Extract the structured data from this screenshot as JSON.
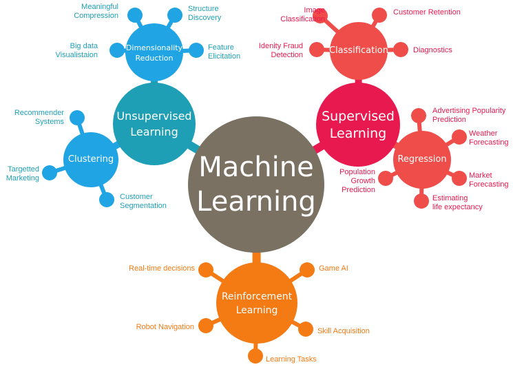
{
  "colors": {
    "center": "#7b7163",
    "supervised": "#e8194f",
    "supervised_sub": "#ef4d49",
    "unsupervised": "#1f9fb5",
    "unsupervised_sub": "#20a4e3",
    "reinforcement": "#f47a14"
  },
  "center": {
    "label": "Machine\nLearning"
  },
  "supervised": {
    "label": "Supervised\nLearning",
    "classification": {
      "label": "Classification",
      "leaves": [
        "Image\nClassification",
        "Customer Retention",
        "Idenity Fraud\nDetection",
        "Diagnostics"
      ]
    },
    "regression": {
      "label": "Regression",
      "leaves": [
        "Advertising Popularity\nPrediction",
        "Weather\nForecasting",
        "Market\nForecasting",
        "Estimating\nlife expectancy",
        "Population\nGrowth\nPrediction"
      ]
    }
  },
  "unsupervised": {
    "label": "Unsupervised\nLearning",
    "dimensionality": {
      "label": "Dimensionality\nReduction",
      "leaves": [
        "Meaningful\nCompression",
        "Structure\nDiscovery",
        "Big data\nVisualistaion",
        "Feature\nElicitation"
      ]
    },
    "clustering": {
      "label": "Clustering",
      "leaves": [
        "Recommender\nSystems",
        "Targetted\nMarketing",
        "Customer\nSegmentation"
      ]
    }
  },
  "reinforcement": {
    "label": "Reinforcement\nLearning",
    "leaves": [
      "Real-time decisions",
      "Game AI",
      "Robot Navigation",
      "Skill Acquisition",
      "Learning Tasks"
    ]
  }
}
